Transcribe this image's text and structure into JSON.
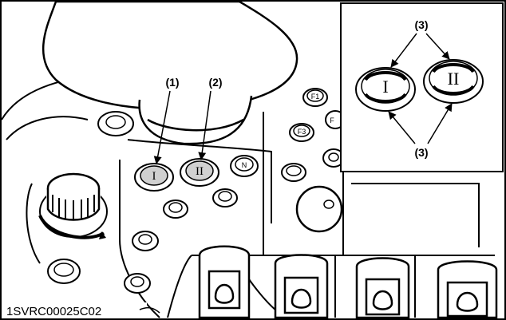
{
  "callouts": {
    "one": "(1)",
    "two": "(2)",
    "three_top": "(3)",
    "three_bottom": "(3)"
  },
  "figure_code": "1SVRC00025C02",
  "buttons": {
    "range_one": "I",
    "range_two": "II",
    "neutral": "N",
    "f1": "F1",
    "f3": "F3",
    "f_partial": "F"
  },
  "inset": {
    "range_one": "I",
    "range_two": "II"
  },
  "colors": {
    "line": "#000000",
    "shade": "#d0d0d0",
    "background": "#ffffff"
  }
}
